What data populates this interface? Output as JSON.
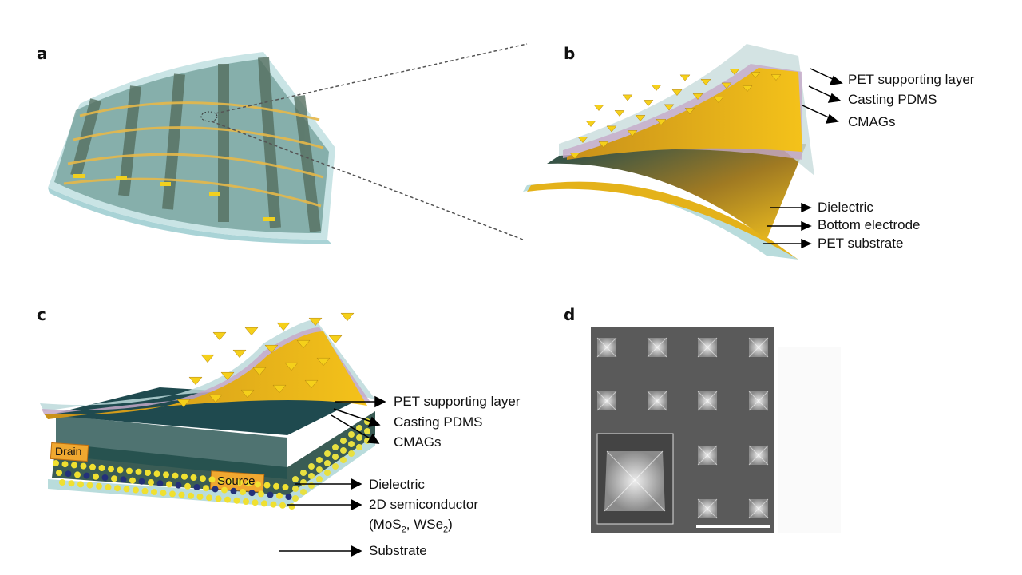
{
  "panels": {
    "a": {
      "label": "a"
    },
    "b": {
      "label": "b",
      "annotations": [
        "PET supporting layer",
        "Casting PDMS",
        "CMAGs",
        "Dielectric",
        "Bottom electrode",
        "PET substrate"
      ]
    },
    "c": {
      "label": "c",
      "electrodes": {
        "drain": "Drain",
        "source": "Source"
      },
      "annotations": [
        "PET supporting layer",
        "Casting PDMS",
        "CMAGs",
        "Dielectric",
        "2D semiconductor",
        "Substrate"
      ],
      "material": {
        "open": "(MoS",
        "sub1": "2",
        "mid": ", WSe",
        "sub2": "2",
        "close": ")"
      }
    },
    "d": {
      "label": "d"
    }
  },
  "colors": {
    "gold": "#e8b21c",
    "teal": "#1f4f55",
    "pet": "#b9dcdc",
    "pdms": "#c9b3cf",
    "sem": "#5a5a5a"
  }
}
